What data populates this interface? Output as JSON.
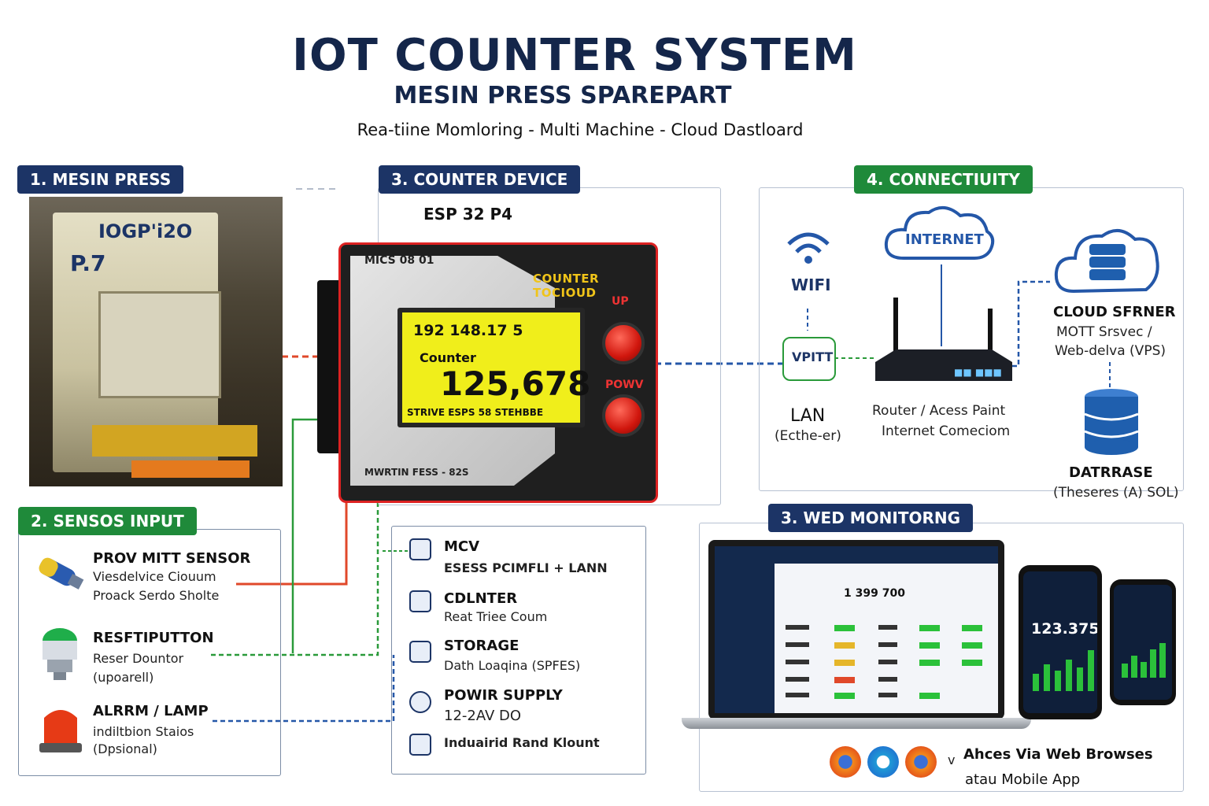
{
  "header": {
    "title": "IOT COUNTER SYSTEM",
    "subtitle": "MESIN PRESS SPAREPART",
    "tagline": "Rea-tiine Momloring - Multi Machine - Cloud Dastloard"
  },
  "sections": {
    "press": {
      "badge": "1. MESIN PRESS",
      "machine_label_top": "IOGP'i2O",
      "machine_label_id": "P.7"
    },
    "sensors": {
      "badge": "2. SENSOS INPUT",
      "items": [
        {
          "title": "PROV MITT SENSOR",
          "line1": "Viesdelvice Ciouum",
          "line2": "Proack Serdo Sholte"
        },
        {
          "title": "RESFTIPUTTON",
          "line1": "Reser Dountor",
          "line2": "(upoarell)"
        },
        {
          "title": "ALRRM / LAMP",
          "line1": "indiltbion Staios",
          "line2": "(Dpsional)"
        }
      ]
    },
    "device": {
      "badge": "3. COUNTER DEVICE",
      "model": "ESP 32  P4",
      "face_top": "MICS 08 01",
      "brand": "COUNTER TOCIOUD",
      "lcd_line1": "192 148.17 5",
      "lcd_label": "Counter ",
      "lcd_value": "125,678",
      "lcd_status": "STRIVE   ESPS   58   STEHBBE",
      "face_bottom": "MWRTIN FESS - 82S",
      "btn_up": "UP",
      "btn_power": "POWV",
      "specs": [
        {
          "icon": "chip-icon",
          "title": "MCV",
          "desc": "ESESS PCIMFLI + LANN"
        },
        {
          "icon": "counter-icon",
          "title": "CDLNTER",
          "desc": "Reat Triee Coum"
        },
        {
          "icon": "storage-icon",
          "title": "STORAGE",
          "desc": "Dath Loaqina (SPFES)"
        },
        {
          "icon": "power-icon",
          "title": "POWIR SUPPLY",
          "desc": "12-2AV DO"
        },
        {
          "icon": "mount-icon",
          "title": "",
          "desc": "Induairid Rand Klount"
        }
      ]
    },
    "connectivity": {
      "badge": "4. CONNECTIUITY",
      "wifi": "WIFI",
      "internet": "INTERNET",
      "vpn": "VPITT",
      "lan_title": "LAN",
      "lan_sub": "(Ecthe-er)",
      "router_line1": "Router / Acess Paint",
      "router_line2": "Internet Comeciom",
      "router_leds": "■■ ■■■",
      "cloud_title": "CLOUD SFRNER",
      "cloud_line1": "MOTT Srsvec /",
      "cloud_line2": "Web-delva (VPS)",
      "db_title": "DATRRASE",
      "db_sub": "(Theseres (A) SOL)"
    },
    "web": {
      "badge": "3. WED MONITORNG",
      "dashboard_value": "1  399 700",
      "phone_value": "123.375",
      "access_line1": "Ahces Via Web Browses",
      "access_line2": "atau Mobile App",
      "access_prefix": "v"
    }
  },
  "colors": {
    "navy": "#1c3466",
    "green": "#1f8a3a",
    "link_red": "#e0482a",
    "link_green": "#2a9a3a",
    "link_blue": "#2457a8",
    "lcd_yellow": "#f0ee1b",
    "device_red": "#d22222"
  }
}
